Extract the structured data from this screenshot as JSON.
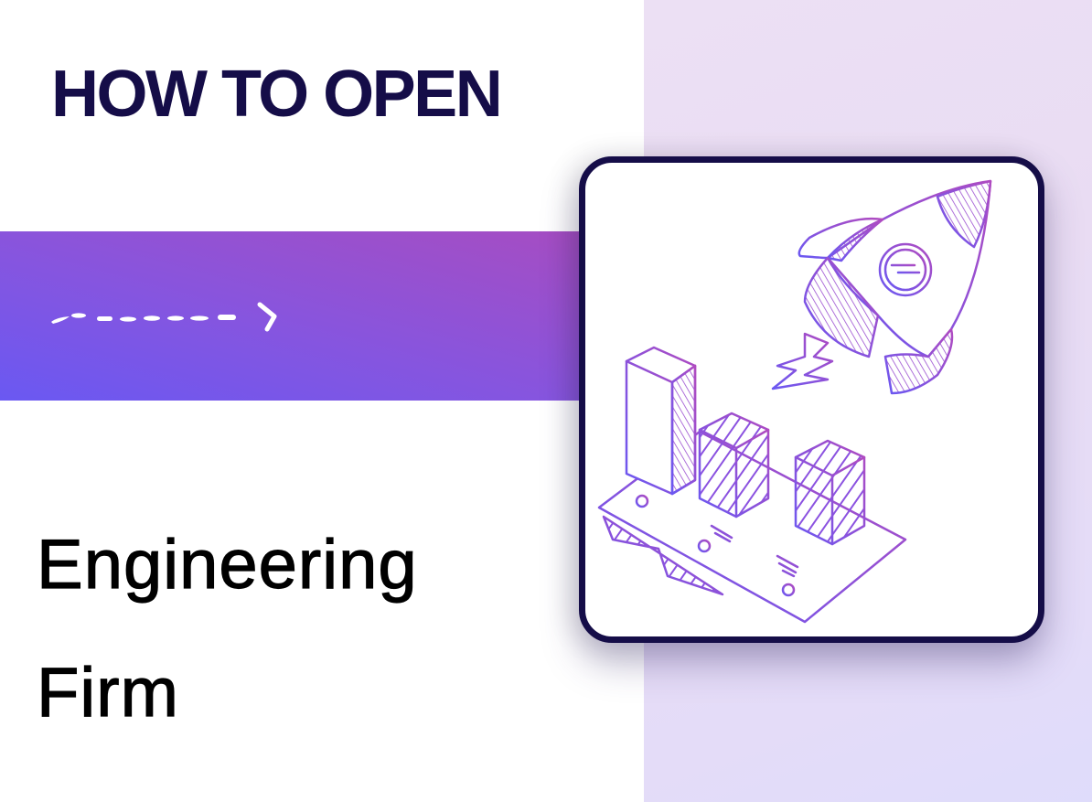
{
  "heading": {
    "top": "HOW TO OPEN",
    "bottom_line1": "Engineering",
    "bottom_line2": "Firm"
  },
  "decorations": {
    "arrow_icon": "dashed-arrow-right-icon",
    "illustration": "rocket-launching-over-bar-chart-illustration"
  },
  "colors": {
    "heading_top": "#150d48",
    "heading_bottom": "#000000",
    "band_gradient_start": "#6a58f2",
    "band_gradient_end": "#a64dc2",
    "card_border": "#150d48",
    "right_panel": "#ece0f4",
    "illustration_stroke_a": "#6a58f2",
    "illustration_stroke_b": "#b04bc0"
  }
}
